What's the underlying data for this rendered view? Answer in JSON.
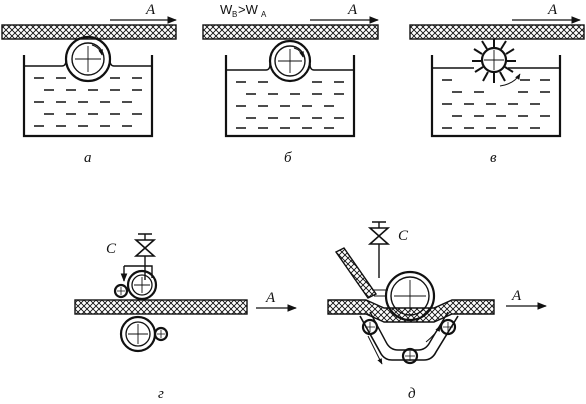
{
  "diagram": {
    "direction_label": "A",
    "valve_label": "C",
    "condition_label": {
      "main": "W",
      "sub_b": "B",
      "op": ">W",
      "sub_a": "A"
    },
    "panel_labels": {
      "a": "а",
      "b": "б",
      "v": "в",
      "g": "г",
      "d": "д"
    }
  }
}
